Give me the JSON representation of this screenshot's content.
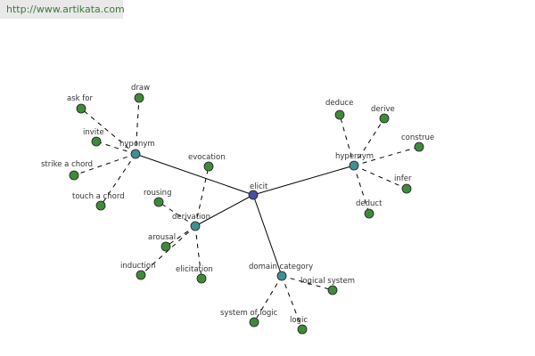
{
  "site": {
    "url": "http://www.artikata.com"
  },
  "colors": {
    "center": "#4a4f9e",
    "hub": "#3f8f95",
    "leaf": "#3f8a3a",
    "stroke": "#1e1e1e",
    "edge": "#000000"
  },
  "graph": {
    "center": {
      "id": "elicit",
      "label": "elicit"
    },
    "hubs": [
      {
        "id": "hyponym",
        "label": "hyponym",
        "leaves": [
          {
            "id": "ask-for",
            "label": "ask for"
          },
          {
            "id": "draw",
            "label": "draw"
          },
          {
            "id": "invite",
            "label": "invite"
          },
          {
            "id": "strike-a-chord",
            "label": "strike a chord"
          },
          {
            "id": "touch-a-chord",
            "label": "touch a chord"
          }
        ]
      },
      {
        "id": "hypernym",
        "label": "hypernym",
        "leaves": [
          {
            "id": "deduce",
            "label": "deduce"
          },
          {
            "id": "derive",
            "label": "derive"
          },
          {
            "id": "construe",
            "label": "construe"
          },
          {
            "id": "infer",
            "label": "infer"
          },
          {
            "id": "deduct",
            "label": "deduct"
          }
        ]
      },
      {
        "id": "derivation",
        "label": "derivation",
        "leaves": [
          {
            "id": "evocation",
            "label": "evocation"
          },
          {
            "id": "rousing",
            "label": "rousing"
          },
          {
            "id": "arousal",
            "label": "arousal"
          },
          {
            "id": "induction",
            "label": "induction"
          },
          {
            "id": "elicitation",
            "label": "elicitation"
          }
        ]
      },
      {
        "id": "domain-category",
        "label": "domain category",
        "leaves": [
          {
            "id": "logical-system",
            "label": "logical system"
          },
          {
            "id": "system-of-logic",
            "label": "system of logic"
          },
          {
            "id": "logic",
            "label": "logic"
          }
        ]
      }
    ]
  }
}
